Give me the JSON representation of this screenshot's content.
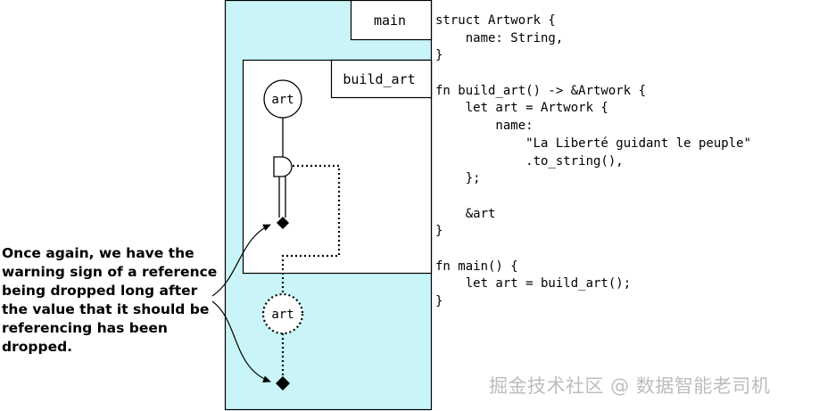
{
  "frames": {
    "main": "main",
    "build_art": "build_art"
  },
  "variables": {
    "inner": "art",
    "outer": "art"
  },
  "annotation": [
    "Once again, we have the",
    "warning sign of a reference",
    "being dropped long after",
    "the value that it should be",
    "referencing has been",
    "dropped."
  ],
  "code": [
    "struct Artwork {",
    "    name: String,",
    "}",
    "",
    "fn build_art() -> &Artwork {",
    "    let art = Artwork {",
    "        name:",
    "            \"La Liberté guidant le peuple\"",
    "            .to_string(),",
    "    };",
    "",
    "    &art",
    "}",
    "",
    "fn main() {",
    "    let art = build_art();",
    "}"
  ],
  "watermark": "掘金技术社区 @ 数据智能老司机",
  "colors": {
    "stack_fill": "#c9f5f8",
    "frame_fill": "#ffffff",
    "stroke": "#000000"
  }
}
